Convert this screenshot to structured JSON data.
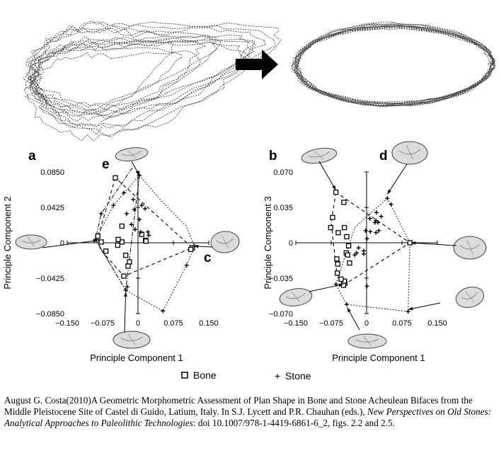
{
  "colors": {
    "ink": "#000000",
    "outline_ink": "#444444",
    "artifact_fill": "#dcdcdc",
    "background": "#ffffff"
  },
  "icons": {
    "transform_arrow": "right-arrow-icon",
    "artifact": "biface-drawing-icon"
  },
  "legend": {
    "bone": {
      "symbol": "open-square",
      "label": "Bone"
    },
    "stone": {
      "symbol": "plus",
      "label": "Stone"
    }
  },
  "chart_data": [
    {
      "type": "scatter",
      "panel_letter": "a",
      "xlabel": "Principle Component 1",
      "ylabel": "Principle Component 2",
      "xlim": [
        -0.15,
        0.15
      ],
      "ylim": [
        -0.085,
        0.085
      ],
      "x_ticks": [
        "−0.150",
        "−0.075",
        "0",
        "0.075",
        "0.150"
      ],
      "y_ticks": [
        "0.0850",
        "0.0425",
        "0",
        "−0.0425",
        "−0.0850"
      ],
      "callout_letters": [
        "e",
        "c"
      ],
      "series": [
        {
          "name": "Bone",
          "marker": "square",
          "points": [
            [
              -0.048,
              0.078
            ],
            [
              -0.085,
              0.008
            ],
            [
              -0.078,
              0.001
            ],
            [
              -0.068,
              -0.01
            ],
            [
              -0.034,
              0.02
            ],
            [
              -0.034,
              0.001
            ],
            [
              -0.026,
              -0.015
            ],
            [
              -0.018,
              -0.023
            ],
            [
              -0.021,
              -0.028
            ],
            [
              -0.042,
              0.004
            ],
            [
              -0.043,
              -0.003
            ],
            [
              0.008,
              0.01
            ],
            [
              0.016,
              0.003
            ],
            [
              0.017,
              0.002
            ],
            [
              -0.03,
              -0.04
            ],
            [
              0.115,
              -0.006
            ],
            [
              0.112,
              -0.008
            ]
          ],
          "hull": [
            [
              -0.048,
              0.078
            ],
            [
              -0.078,
              0.02
            ],
            [
              -0.085,
              0.008
            ],
            [
              -0.08,
              -0.008
            ],
            [
              -0.03,
              -0.04
            ],
            [
              0.115,
              -0.006
            ],
            [
              -0.048,
              0.078
            ]
          ]
        },
        {
          "name": "Stone",
          "marker": "plus",
          "points": [
            [
              0.003,
              0.081
            ],
            [
              -0.03,
              0.06
            ],
            [
              -0.01,
              0.052
            ],
            [
              0.008,
              0.045
            ],
            [
              -0.008,
              0.04
            ],
            [
              0.015,
              0.041
            ],
            [
              -0.024,
              0.035
            ],
            [
              0.003,
              0.028
            ],
            [
              -0.014,
              0.022
            ],
            [
              -0.006,
              0.016
            ],
            [
              0.006,
              0.013
            ],
            [
              0.021,
              0.013
            ],
            [
              0.023,
              0.009
            ],
            [
              -0.078,
              0.035
            ],
            [
              -0.052,
              0.045
            ],
            [
              -0.09,
              0.004
            ],
            [
              -0.023,
              -0.053
            ],
            [
              -0.026,
              -0.057
            ],
            [
              0.103,
              -0.027
            ],
            [
              0.12,
              -0.004
            ],
            [
              0.053,
              -0.082
            ]
          ],
          "hull": [
            [
              0.003,
              0.081
            ],
            [
              0.05,
              0.05
            ],
            [
              0.102,
              0.02
            ],
            [
              0.12,
              -0.004
            ],
            [
              0.103,
              -0.027
            ],
            [
              0.053,
              -0.082
            ],
            [
              -0.026,
              -0.057
            ],
            [
              -0.09,
              0.004
            ],
            [
              -0.052,
              0.045
            ],
            [
              0.003,
              0.081
            ]
          ],
          "third_hull": [
            [
              -0.012,
              0.09
            ],
            [
              -0.078,
              0.035
            ],
            [
              -0.09,
              0.004
            ],
            [
              -0.026,
              -0.057
            ],
            [
              0.003,
              0.081
            ]
          ]
        }
      ]
    },
    {
      "type": "scatter",
      "panel_letter": "b",
      "xlabel": "Principle Component 1",
      "ylabel": "Principle Component 3",
      "xlim": [
        -0.15,
        0.15
      ],
      "ylim": [
        -0.07,
        0.07
      ],
      "x_ticks": [
        "−0.150",
        "−0.075",
        "0",
        "0.075",
        "0.150"
      ],
      "y_ticks": [
        "0.070",
        "0.035",
        "0",
        "−0.035",
        "−0.070"
      ],
      "callout_letters": [
        "d"
      ],
      "series": [
        {
          "name": "Bone",
          "marker": "square",
          "points": [
            [
              -0.065,
              0.05
            ],
            [
              -0.072,
              0.025
            ],
            [
              -0.076,
              0.015
            ],
            [
              -0.06,
              0.01
            ],
            [
              -0.047,
              0.015
            ],
            [
              -0.042,
              0.006
            ],
            [
              -0.038,
              -0.003
            ],
            [
              -0.043,
              -0.01
            ],
            [
              -0.036,
              -0.02
            ],
            [
              -0.04,
              -0.012
            ],
            [
              -0.061,
              -0.021
            ],
            [
              -0.063,
              -0.016
            ],
            [
              -0.062,
              -0.03
            ],
            [
              -0.046,
              -0.04
            ],
            [
              -0.047,
              -0.038
            ],
            [
              -0.054,
              -0.036
            ],
            [
              -0.049,
              -0.042
            ],
            [
              -0.048,
              0.04
            ],
            [
              0.092,
              0.0
            ]
          ],
          "hull": [
            [
              -0.065,
              0.05
            ],
            [
              -0.075,
              0.02
            ],
            [
              -0.063,
              -0.03
            ],
            [
              -0.049,
              -0.042
            ],
            [
              0.092,
              0.0
            ],
            [
              -0.065,
              0.05
            ]
          ]
        },
        {
          "name": "Stone",
          "marker": "plus",
          "points": [
            [
              0.044,
              0.044
            ],
            [
              0.052,
              0.038
            ],
            [
              0.021,
              0.03
            ],
            [
              0.031,
              0.026
            ],
            [
              0.007,
              0.024
            ],
            [
              0.02,
              0.022
            ],
            [
              0.018,
              0.02
            ],
            [
              0.024,
              0.02
            ],
            [
              0.026,
              0.012
            ],
            [
              0.008,
              0.011
            ],
            [
              0.02,
              0.01
            ],
            [
              -0.002,
              0.012
            ],
            [
              0.001,
              0.004
            ],
            [
              -0.017,
              -0.005
            ],
            [
              -0.021,
              -0.01
            ],
            [
              -0.025,
              -0.012
            ],
            [
              -0.006,
              -0.008
            ],
            [
              -0.006,
              -0.011
            ],
            [
              0.001,
              -0.043
            ],
            [
              -0.065,
              -0.041
            ],
            [
              0.088,
              -0.068
            ],
            [
              -0.042,
              -0.061
            ]
          ],
          "hull": [
            [
              0.044,
              0.044
            ],
            [
              0.092,
              0.0
            ],
            [
              0.088,
              -0.068
            ],
            [
              -0.042,
              -0.061
            ],
            [
              -0.065,
              -0.041
            ],
            [
              -0.025,
              0.015
            ],
            [
              0.044,
              0.044
            ]
          ]
        }
      ]
    }
  ],
  "caption": {
    "author_year": "August G. Costa(2010)",
    "title": "A Geometric Morphometric Assessment of Plan Shape in Bone and Stone Acheulean Bifaces from the Middle Pleistocene Site of Castel di Guido, Latium, Italy.",
    "in_editors": " In S.J. Lycett and P.R. Chauhan (eds.), ",
    "book": "New Perspectives on Old Stones: Analytical Approaches to Paleolithic Technologies",
    "doi": ": doi 10.1007/978-1-4419-6861-6_2, figs. 2.2 and 2.5."
  }
}
